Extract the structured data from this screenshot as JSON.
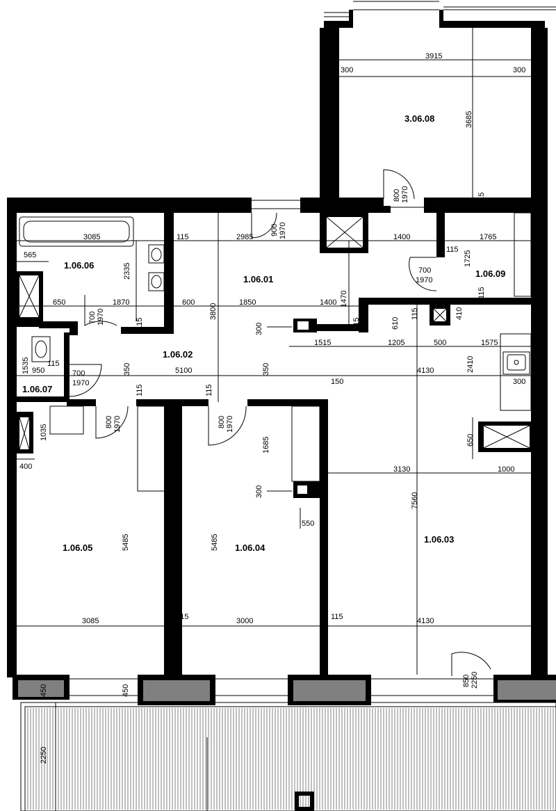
{
  "rooms": {
    "r30608": "3.06.08",
    "r10601": "1.06.01",
    "r10602": "1.06.02",
    "r10603": "1.06.03",
    "r10604": "1.06.04",
    "r10605": "1.06.05",
    "r10606": "1.06.06",
    "r10607": "1.06.07",
    "r10609": "1.06.09"
  },
  "dims": {
    "d3915": "3915",
    "d300a": "300",
    "d300b": "300",
    "d3685": "3685",
    "d800a": "800",
    "d1970a": "1970",
    "d115a": "115",
    "d3085a": "3085",
    "d115b": "115",
    "d2985": "2985",
    "d900": "900",
    "d1970b": "1970",
    "d1400a": "1400",
    "d1765": "1765",
    "d565": "565",
    "d2335": "2335",
    "d115c": "115",
    "d1725": "1725",
    "d700a": "700",
    "d1970c": "1970",
    "d650a": "650",
    "d1870": "1870",
    "d600": "600",
    "d3800": "3800",
    "d1850": "1850",
    "d1400b": "1400",
    "d1470": "1470",
    "d115d": "115",
    "d610": "610",
    "d115e": "115",
    "d410": "410",
    "d700b": "700",
    "d1970d": "1970",
    "d115f": "115",
    "d300c": "300",
    "d1515": "1515",
    "d1205": "1205",
    "d500": "500",
    "d1575": "1575",
    "d1535": "1535",
    "d950": "950",
    "d115g": "115",
    "d700c": "700",
    "d1970e": "1970",
    "d350a": "350",
    "d5100": "5100",
    "d350b": "350",
    "d4130a": "4130",
    "d2410": "2410",
    "d150": "150",
    "d300d": "300",
    "d115h": "115",
    "d115i": "115",
    "d800b": "800",
    "d1970f": "1970",
    "d800c": "800",
    "d1970g": "1970",
    "d1035": "1035",
    "d650b": "650",
    "d1685": "1685",
    "d400": "400",
    "d3130": "3130",
    "d1000": "1000",
    "d300e": "300",
    "d7560": "7560",
    "d550": "550",
    "d5485a": "5485",
    "d5485b": "5485",
    "d3085b": "3085",
    "d115j": "115",
    "d3000": "3000",
    "d115k": "115",
    "d4130b": "4130",
    "d850": "850",
    "d2250a": "2250",
    "d450a": "450",
    "d450b": "450",
    "d2250b": "2250"
  }
}
